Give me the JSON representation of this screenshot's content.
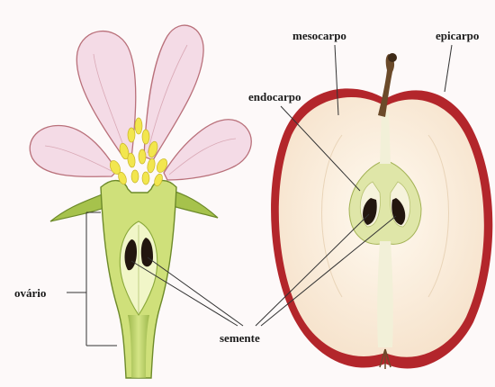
{
  "labels": {
    "mesocarp": "mesocarpo",
    "epicarp": "epicarpo",
    "endocarp": "endocarpo",
    "ovary": "ovário",
    "seed": "semente"
  },
  "colors": {
    "petal_fill": "#f4dbe6",
    "petal_edge": "#b9707a",
    "stamen": "#f2e64e",
    "receptacle": "#cfe07a",
    "receptacle_edge": "#6d8a2a",
    "ovary_light": "#f1f6c8",
    "apple_skin": "#b3262b",
    "apple_flesh": "#faeedd",
    "stem": "#6b4a2a",
    "seed": "#23160f",
    "leader_line": "#333333"
  }
}
